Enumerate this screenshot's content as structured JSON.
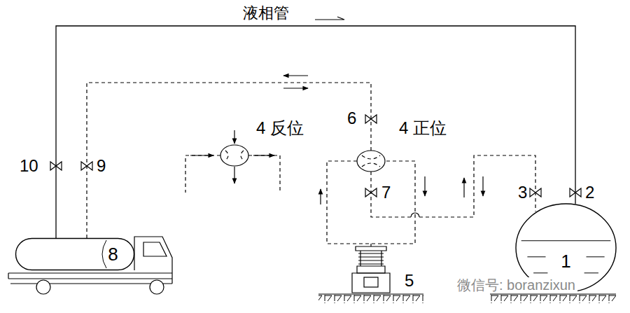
{
  "diagram": {
    "nodes": [
      {
        "text": [
          "8"
        ]
      },
      {
        "text": [
          "1"
        ]
      }
    ],
    "edges": [
      {
        "from": 0,
        "to": 1,
        "arrow": "none",
        "label": "液相管"
      }
    ],
    "labels": [
      "10",
      "9",
      "6",
      "4 反位",
      "4 正位",
      "7",
      "3",
      "2",
      "5",
      "微信号: boranzixun"
    ]
  }
}
